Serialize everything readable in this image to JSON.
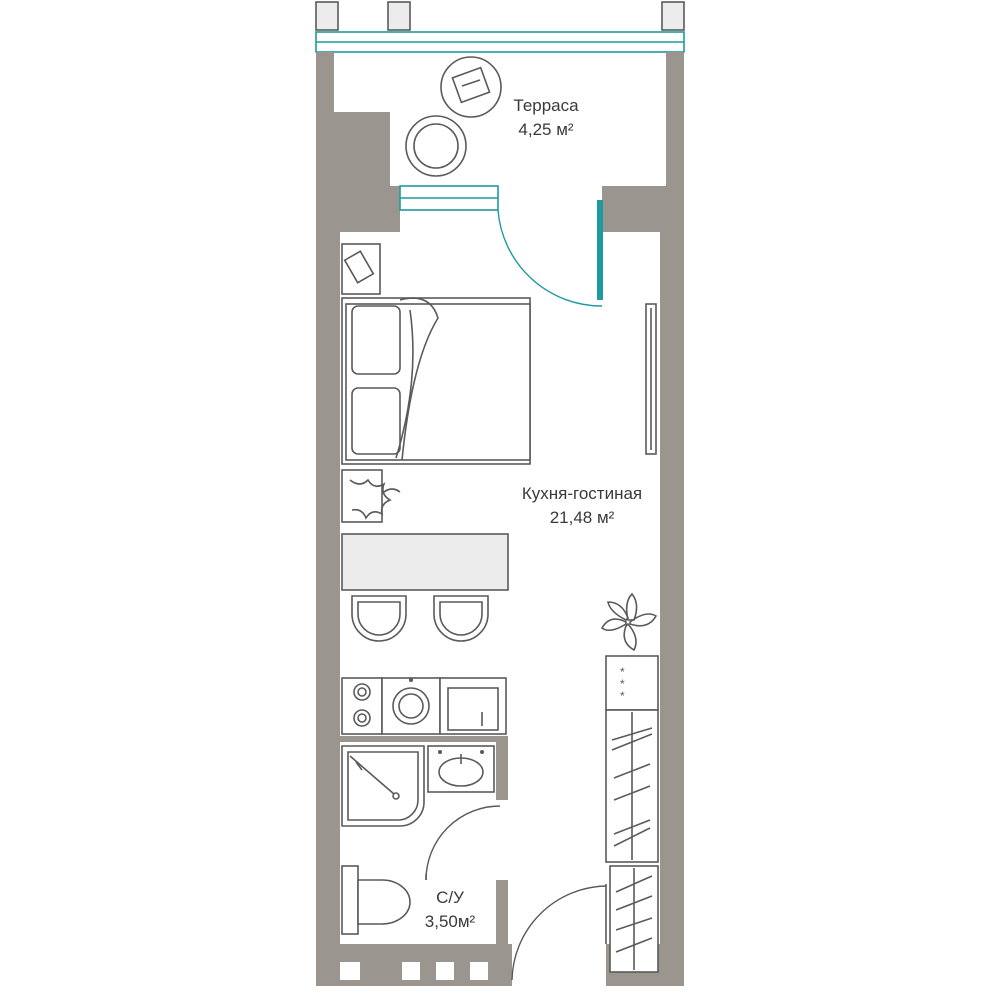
{
  "rooms": [
    {
      "id": "terrace",
      "name": "Терраса",
      "area": "4,25 м²"
    },
    {
      "id": "kitchen-living",
      "name": "Кухня-гостиная",
      "area": "21,48 м²"
    },
    {
      "id": "bathroom",
      "name": "С/У",
      "area": "3,50м²"
    }
  ],
  "colors": {
    "wall": "#9a958f",
    "window": "#1e9aa0",
    "furniture_stroke": "#5a5a5a",
    "text": "#3a3a3a"
  },
  "icons": [
    "bed-icon",
    "plant-icon",
    "toilet-icon",
    "sink-icon",
    "shower-icon",
    "stove-icon",
    "chair-icon",
    "table-icon",
    "phone-icon"
  ]
}
